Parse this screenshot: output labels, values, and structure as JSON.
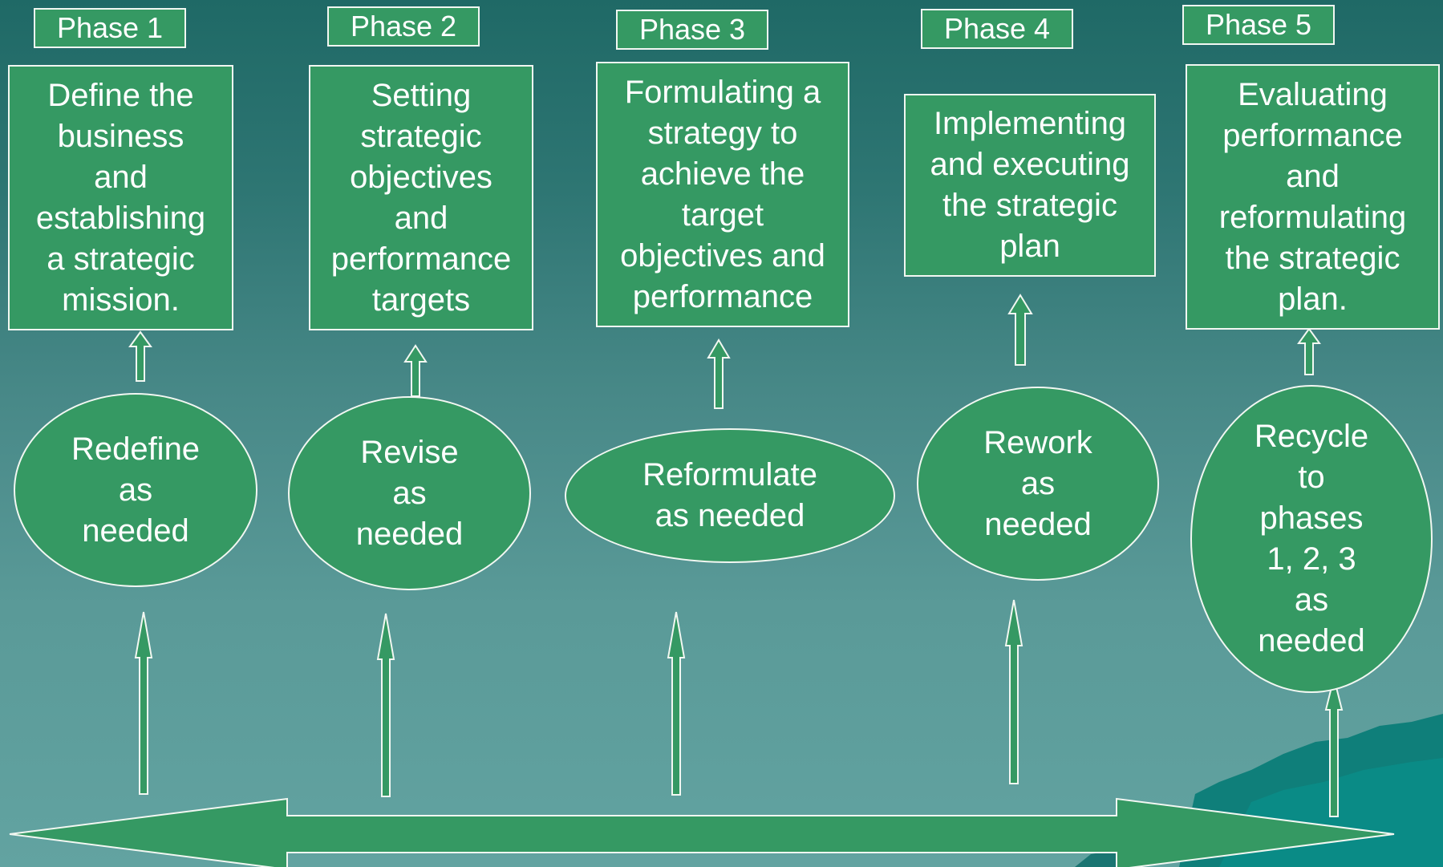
{
  "colors": {
    "fill": "#359963",
    "outline": "#f2f7f2",
    "text": "#ffffff",
    "background_top": "#1f6966",
    "background_bottom": "#62a3a1"
  },
  "phases": [
    {
      "label": "Phase 1",
      "task": "Define the\nbusiness\nand\nestablishing\na strategic\nmission.",
      "action": "Redefine\nas\nneeded"
    },
    {
      "label": "Phase 2",
      "task": "Setting\nstrategic\nobjectives\nand\nperformance\ntargets",
      "action": "Revise\nas\nneeded"
    },
    {
      "label": "Phase 3",
      "task": "Formulating a\nstrategy to\nachieve the\ntarget\nobjectives and\nperformance",
      "action": "Reformulate\nas needed"
    },
    {
      "label": "Phase 4",
      "task": "Implementing\nand executing\nthe strategic\nplan",
      "action": "Rework\nas\nneeded"
    },
    {
      "label": "Phase 5",
      "task": "Evaluating\nperformance\nand\nreformulating\nthe strategic\nplan.",
      "action": "Recycle\nto\nphases\n1, 2, 3\nas\nneeded"
    }
  ]
}
